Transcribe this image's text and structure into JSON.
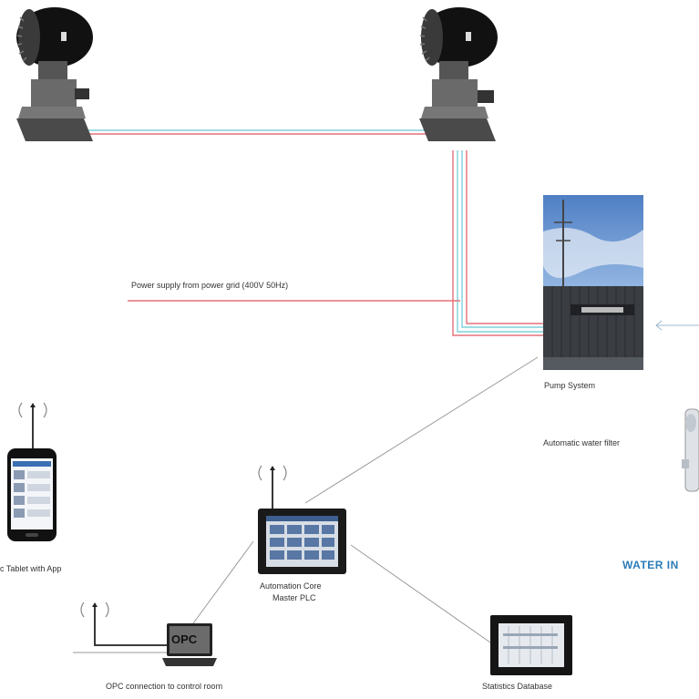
{
  "labels": {
    "power_supply": "Power supply from power grid (400V 50Hz)",
    "pump_system": "Pump System",
    "water_filter": "Automatic water filter",
    "tablet": "c Tablet with App",
    "plc_line1": "Automation Core",
    "plc_line2": "Master PLC",
    "opc_connection": "OPC connection to control room",
    "database": "Statistics Database",
    "water_in": "WATER IN",
    "laptop_screen": "OPC"
  },
  "colors": {
    "power_line": "#e4707a",
    "water_line": "#7fd0dc",
    "signal_line": "#9a9a9a",
    "water_in_text": "#2b7bb9"
  },
  "icons": [
    "wifi-antenna-icon",
    "mist-cannon-icon",
    "smartphone-icon",
    "monitor-icon",
    "laptop-icon",
    "water-filter-icon"
  ]
}
